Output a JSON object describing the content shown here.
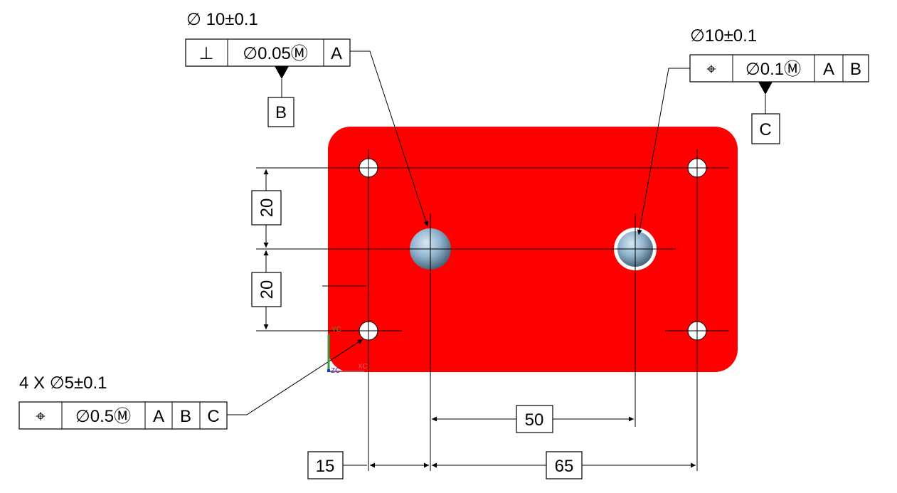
{
  "colors": {
    "part": "#ff0000",
    "hole": "#ffffff",
    "pin": "#8fb3cc",
    "line": "#000000"
  },
  "top_left_callout": {
    "size": "∅ 10±0.1",
    "cells": [
      "⊥",
      "∅0.05Ⓜ",
      "A"
    ],
    "datum": "B"
  },
  "top_right_callout": {
    "size": "∅10±0.1",
    "cells": [
      "⌖",
      "∅0.1Ⓜ",
      "A",
      "B"
    ],
    "datum": "C"
  },
  "bottom_left_callout": {
    "size": "4 X ∅5±0.1",
    "cells": [
      "⌖",
      "∅0.5Ⓜ",
      "A",
      "B",
      "C"
    ]
  },
  "dimensions": {
    "vertical_upper": "20",
    "vertical_lower": "20",
    "pin_spacing": "50",
    "left_offset": "15",
    "right_span": "65"
  },
  "triad": {
    "x": "XC",
    "y": "YC",
    "z": "ZC"
  }
}
